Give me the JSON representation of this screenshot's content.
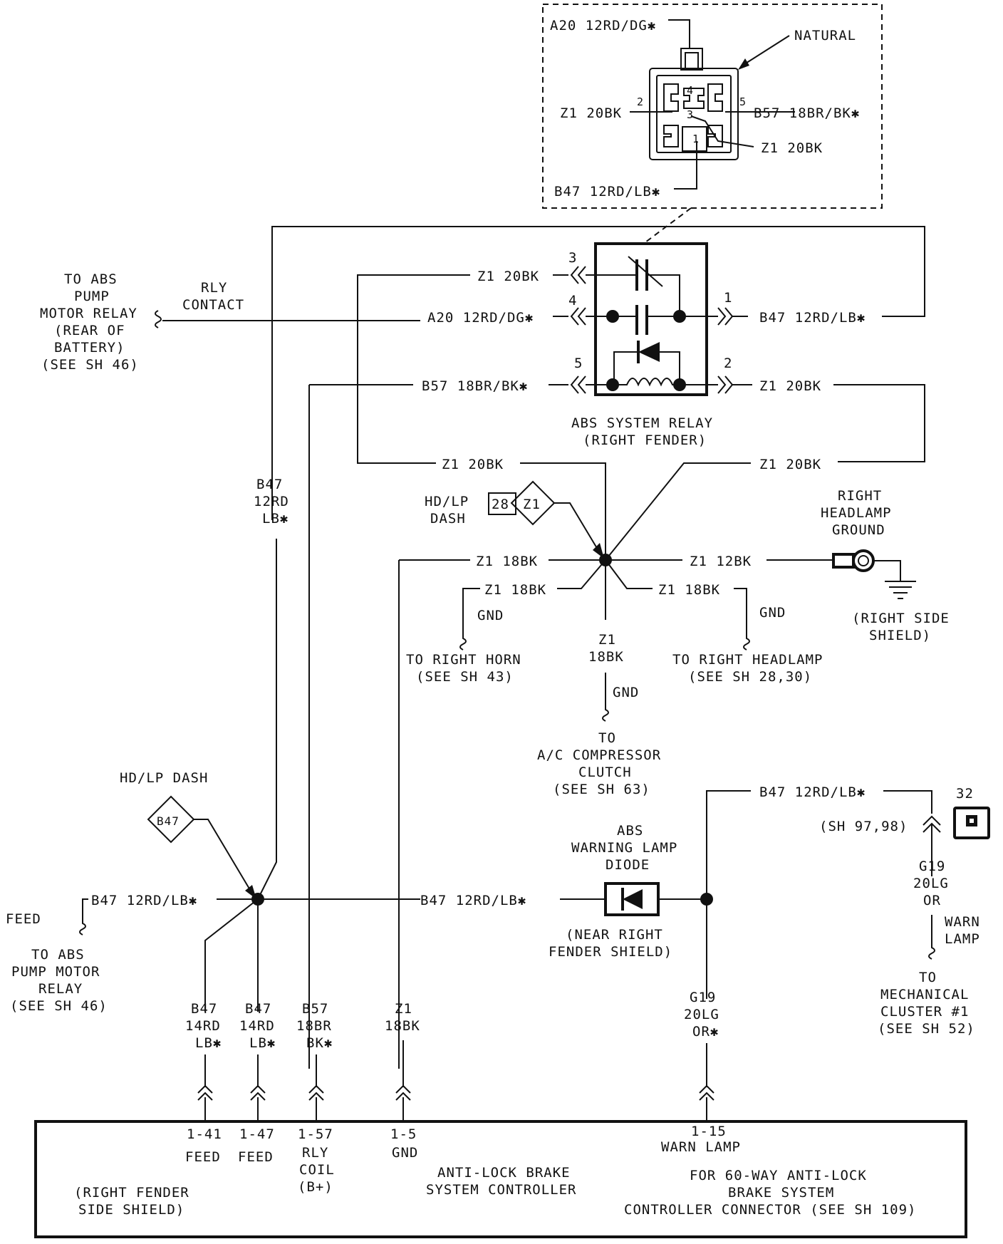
{
  "connector_detail": {
    "pin4": "A20 12RD/DG✱",
    "natural": "NATURAL",
    "pin2": "Z1 20BK",
    "pin5": "B57 18BR/BK✱",
    "pin3": "Z1 20BK",
    "pin1": "B47 12RD/LB✱",
    "num4": "4",
    "num2": "2",
    "num5": "5",
    "num3": "3",
    "num1": "1"
  },
  "relay": {
    "pin3_num": "3",
    "pin4_num": "4",
    "pin1_num": "1",
    "pin5_num": "5",
    "pin2_num": "2",
    "pin3_wire": "Z1 20BK",
    "pin4_wire": "A20 12RD/DG✱",
    "pin5_wire": "B57 18BR/BK✱",
    "pin1_wire": "B47 12RD/LB✱",
    "pin2_wire": "Z1 20BK",
    "label_line1": "ABS SYSTEM RELAY",
    "label_line2": "(RIGHT FENDER)"
  },
  "to_abs_pump": {
    "l1": "TO ABS",
    "l2": "PUMP",
    "l3": "MOTOR RELAY",
    "l4": "(REAR OF",
    "l5": "BATTERY)",
    "l6": "(SEE SH 46)"
  },
  "rly_contact": {
    "l1": "RLY",
    "l2": "CONTACT"
  },
  "b47_left_vertical": {
    "l1": "B47",
    "l2": "12RD",
    "l3": "LB✱"
  },
  "splice": {
    "z1_20bk_left": "Z1 20BK",
    "z1_20bk_right": "Z1 20BK",
    "hdlp_l1": "HD/LP",
    "hdlp_l2": "DASH",
    "box_num": "28",
    "diamond": "Z1",
    "z1_18bk_left": "Z1 18BK",
    "z1_12bk": "Z1 12BK",
    "z1_18bk_lowleft": "Z1 18BK",
    "z1_18bk_lowright": "Z1 18BK",
    "gnd_left": "GND",
    "gnd_right": "GND",
    "z1_down_l1": "Z1",
    "z1_down_l2": "18BK",
    "gnd_center": "GND"
  },
  "right_headlamp_ground": {
    "l1": "RIGHT",
    "l2": "HEADLAMP",
    "l3": "GROUND",
    "s1": "(RIGHT SIDE",
    "s2": "SHIELD)"
  },
  "right_horn": {
    "l1": "TO RIGHT HORN",
    "l2": "(SEE SH 43)"
  },
  "right_headlamp": {
    "l1": "TO RIGHT HEADLAMP",
    "l2": "(SEE SH 28,30)"
  },
  "ac_clutch": {
    "l1": "TO",
    "l2": "A/C COMPRESSOR",
    "l3": "CLUTCH",
    "l4": "(SEE SH 63)"
  },
  "hdlp_dash2": {
    "label": "HD/LP DASH",
    "diamond": "B47"
  },
  "feed_left": {
    "feed": "FEED",
    "wire": "B47 12RD/LB✱",
    "l1": "TO ABS",
    "l2": "PUMP MOTOR",
    "l3": "RELAY",
    "l4": "(SEE SH 46)"
  },
  "b47_mid": "B47 12RD/LB✱",
  "diode": {
    "l1": "ABS",
    "l2": "WARNING LAMP",
    "l3": "DIODE",
    "n1": "(NEAR RIGHT",
    "n2": "FENDER SHIELD)"
  },
  "b47_upper_right": "B47 12RD/LB✱",
  "sh97": "(SH 97,98)",
  "connector32": "32",
  "g19_right": {
    "l1": "G19",
    "l2": "20LG",
    "l3": "OR",
    "warn1": "WARN",
    "warn2": "LAMP"
  },
  "mech_cluster": {
    "l1": "TO",
    "l2": "MECHANICAL",
    "l3": "CLUSTER #1",
    "l4": "(SEE SH 52)"
  },
  "wire_labels": [
    {
      "l1": "B47",
      "l2": "14RD",
      "l3": "LB✱"
    },
    {
      "l1": "B47",
      "l2": "14RD",
      "l3": "LB✱"
    },
    {
      "l1": "B57",
      "l2": "18BR",
      "l3": "BK✱"
    },
    {
      "l1": "Z1",
      "l2": "18BK",
      "l3": ""
    },
    {
      "l1": "G19",
      "l2": "20LG",
      "l3": "OR✱"
    }
  ],
  "controller": {
    "pins": [
      {
        "num": "1-41",
        "l1": "FEED",
        "l2": "",
        "l3": ""
      },
      {
        "num": "1-47",
        "l1": "FEED",
        "l2": "",
        "l3": ""
      },
      {
        "num": "1-57",
        "l1": "RLY",
        "l2": "COIL",
        "l3": "(B+)"
      },
      {
        "num": "1-5",
        "l1": "GND",
        "l2": "",
        "l3": ""
      },
      {
        "num": "1-15",
        "l1": "WARN LAMP",
        "l2": "",
        "l3": ""
      }
    ],
    "shield_l1": "(RIGHT FENDER",
    "shield_l2": "SIDE SHIELD)",
    "title_l1": "ANTI-LOCK BRAKE",
    "title_l2": "SYSTEM CONTROLLER",
    "conn_l1": "FOR 60-WAY ANTI-LOCK",
    "conn_l2": "BRAKE SYSTEM",
    "conn_l3": "CONTROLLER CONNECTOR (SEE SH 109)"
  }
}
